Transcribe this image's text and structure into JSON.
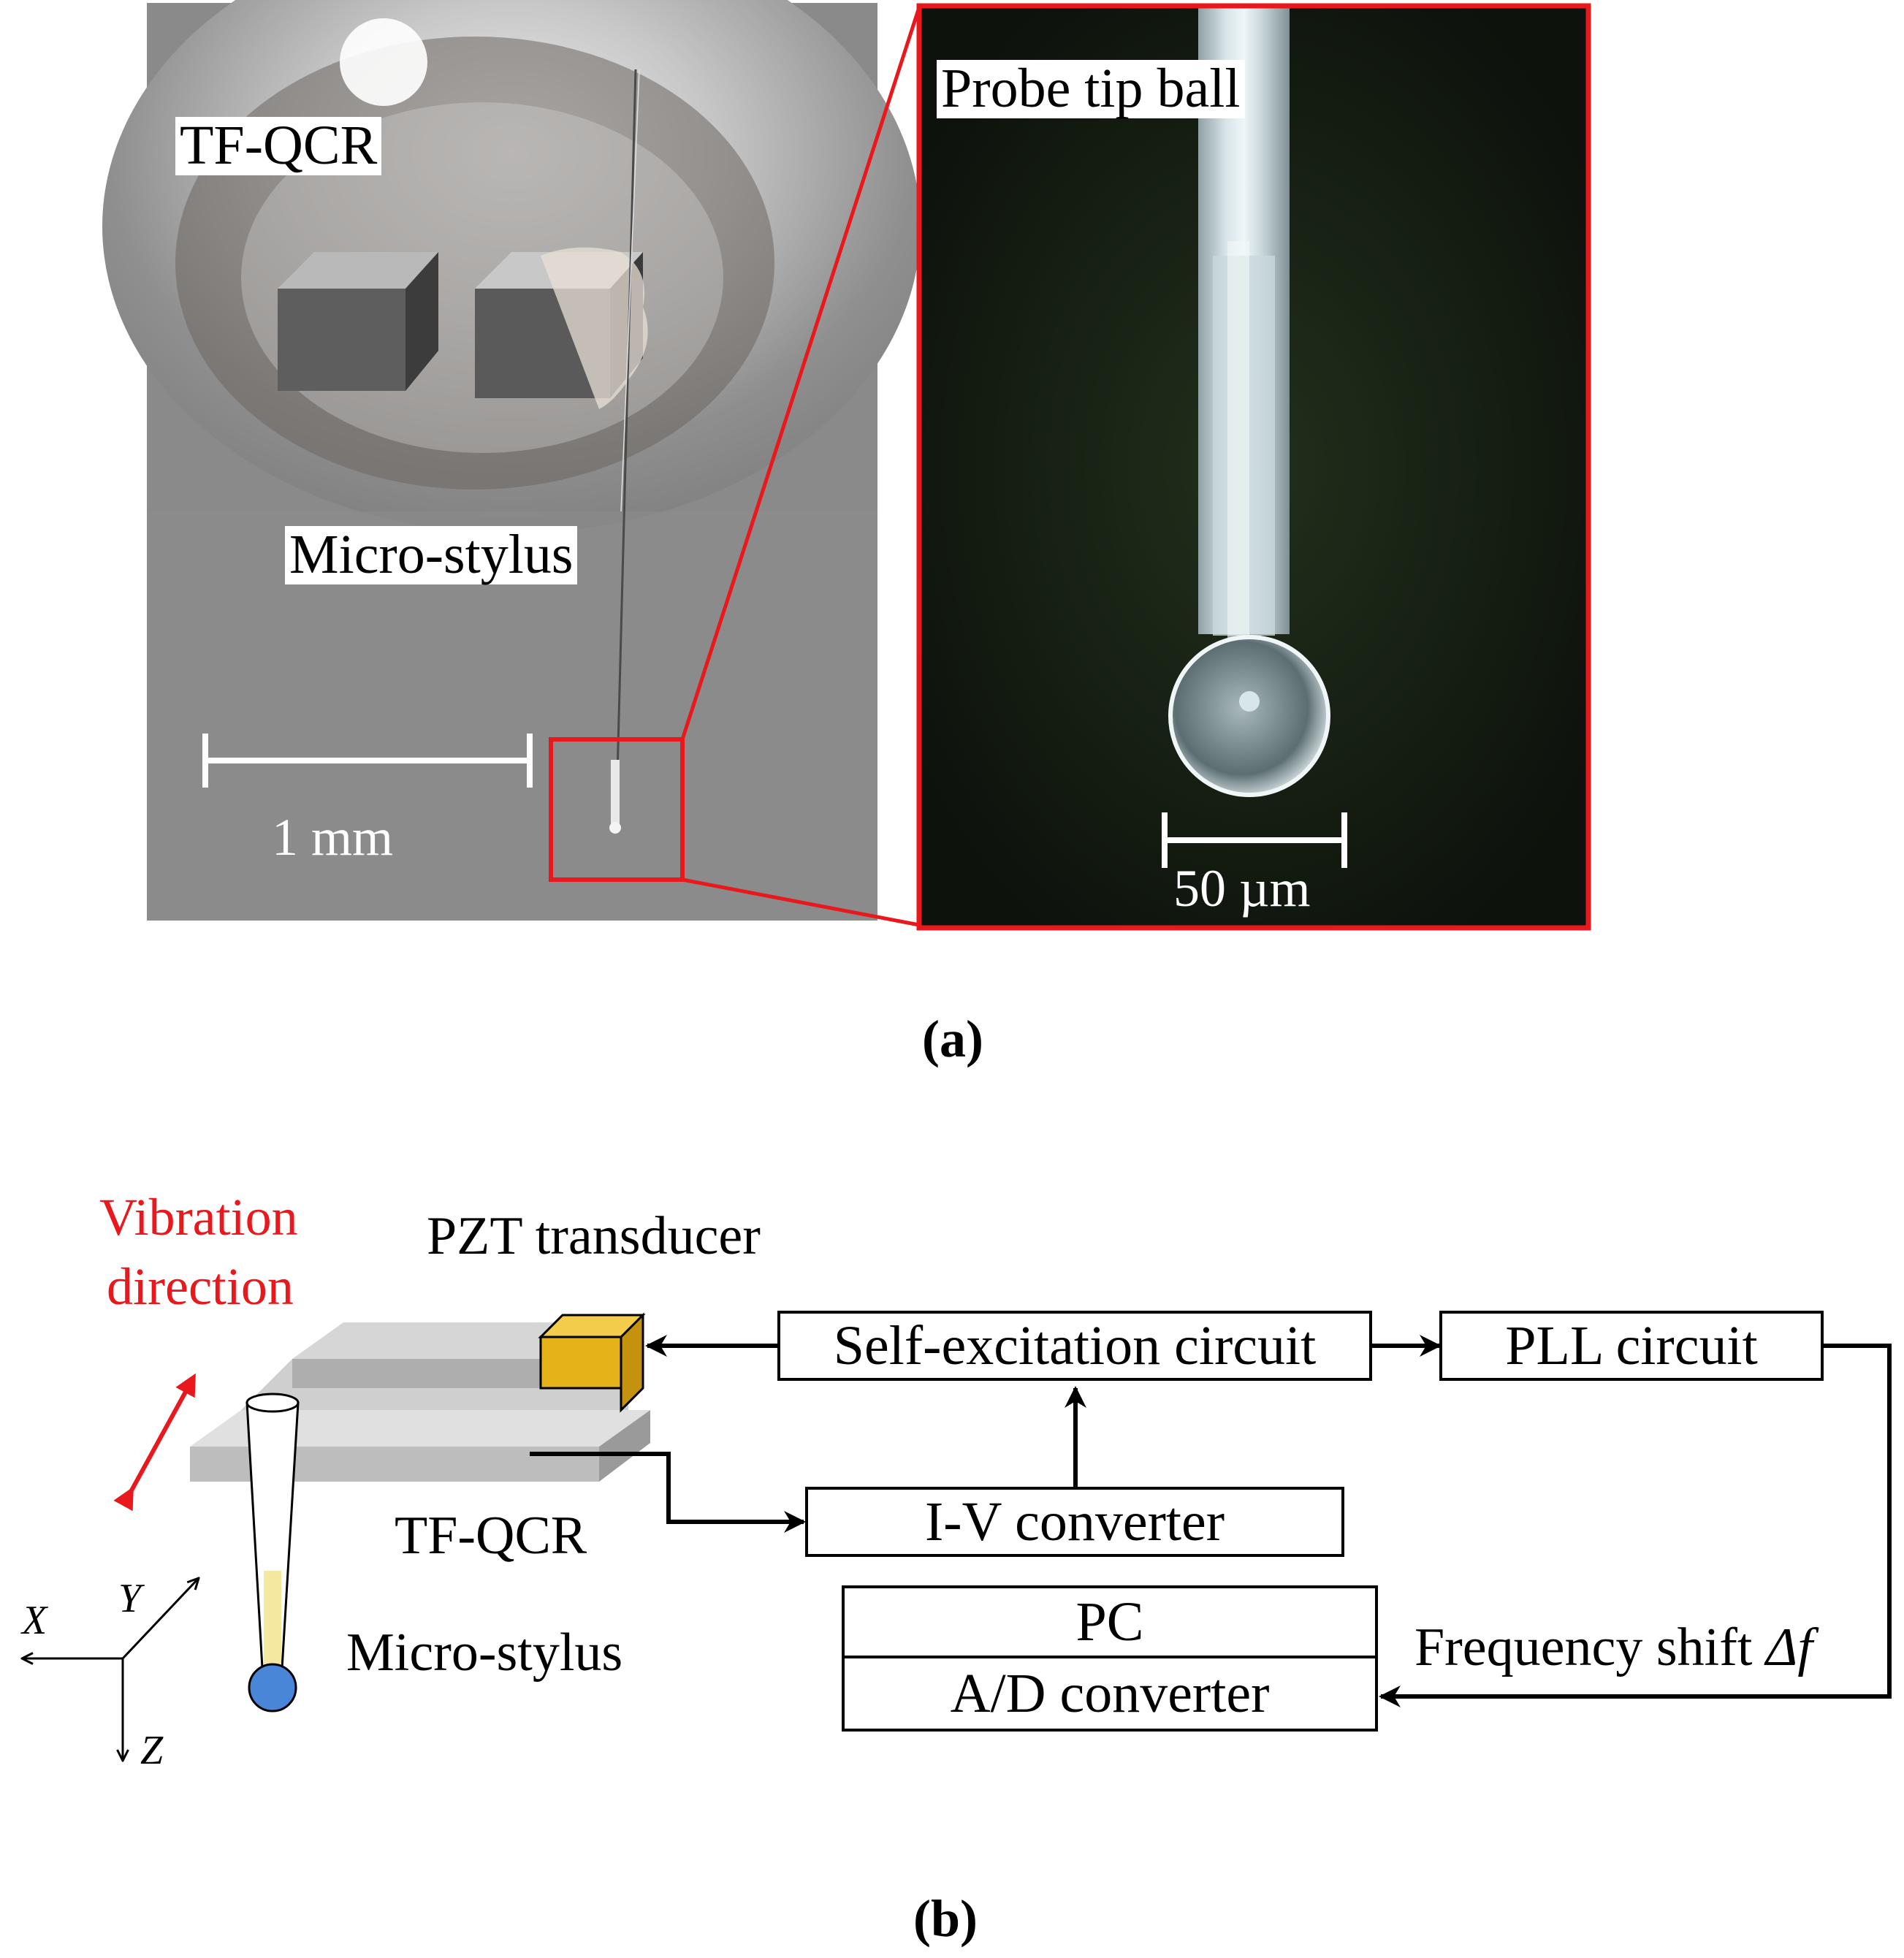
{
  "panel_a": {
    "caption": "(a)",
    "photo_labels": {
      "tf_qcr": "TF-QCR",
      "micro_stylus": "Micro-stylus",
      "scale_1mm": "1 mm"
    },
    "zoom_labels": {
      "probe_tip_ball": "Probe tip ball",
      "scale_50um": "50 µm"
    },
    "highlight_color": "#e8181c"
  },
  "panel_b": {
    "caption": "(b)",
    "vibration_direction": [
      "Vibration",
      "direction"
    ],
    "pzt_transducer": "PZT transducer",
    "tf_qcr": "TF-QCR",
    "micro_stylus": "Micro-stylus",
    "axes": {
      "x": "X",
      "y": "Y",
      "z": "Z"
    },
    "blocks": {
      "self_excitation": "Self-excitation circuit",
      "pll": "PLL circuit",
      "iv_converter": "I-V converter",
      "pc": "PC",
      "ad_converter": "A/D converter"
    },
    "frequency_shift": "Frequency shift ",
    "delta_f": "Δf",
    "colors": {
      "vibration": "#e8181c",
      "pzt": "#e6b21a",
      "stylus_ball": "#4a86d8",
      "fill": "#f4e8a0"
    }
  }
}
